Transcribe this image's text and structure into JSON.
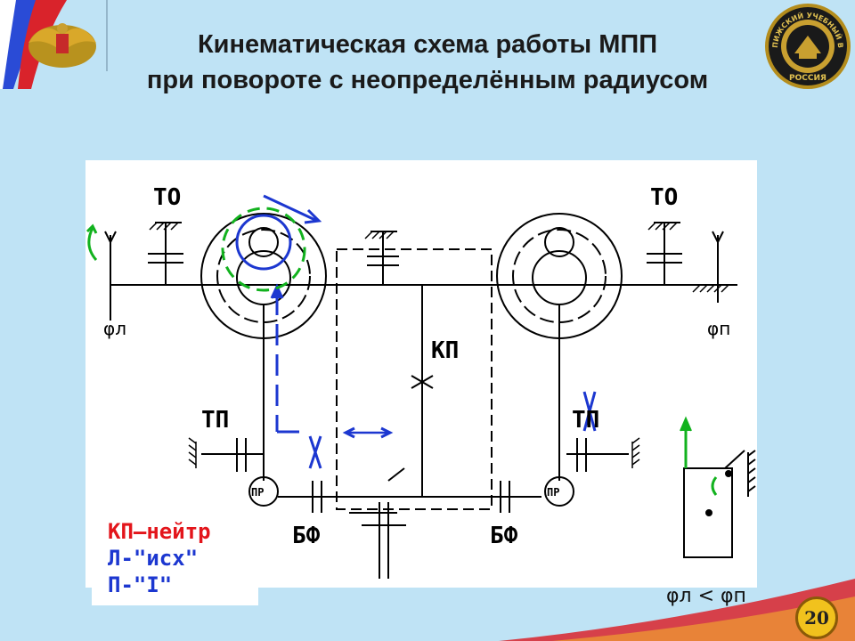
{
  "title": {
    "line1": "Кинематическая схема работы МПП",
    "line2": "при  повороте с неопределённым радиусом"
  },
  "seal": {
    "ring_text": "ПИЖСКИЙ УЧЕБНЫЙ ВОЕННЫЙ ЦЕНТР",
    "label": "РОССИЯ"
  },
  "diagram": {
    "labels": {
      "to_left": "ТО",
      "to_right": "ТО",
      "kp": "КП",
      "tp_left": "ТП",
      "tp_right": "ТП",
      "pr_left": "ПР",
      "pr_right": "ПР",
      "bf_left": "БФ",
      "bf_right": "БФ",
      "phi_left": "φл",
      "phi_right": "φп"
    }
  },
  "legend": {
    "kp": "КП–нейтр",
    "l": "Л-\"исх\"",
    "p": "П-\"I\""
  },
  "relation": "φл < φп",
  "page_number": "20",
  "colors": {
    "background": "#bfe3f5",
    "line": "#000000",
    "blue_path": "#1c37d0",
    "green_path": "#12b21e",
    "red_text": "#e3151b"
  }
}
